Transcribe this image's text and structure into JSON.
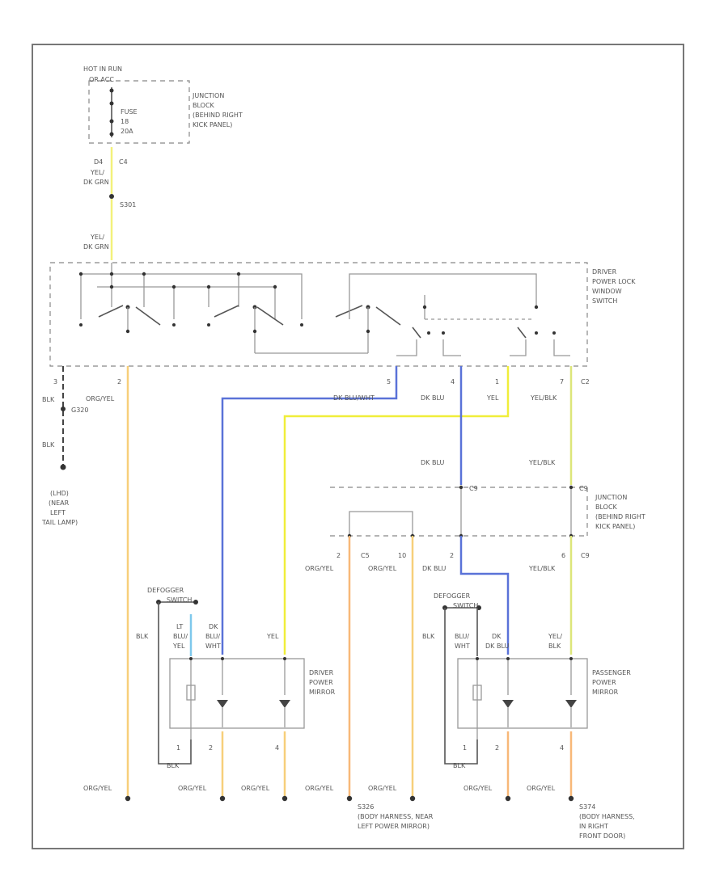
{
  "diagram_id": "",
  "colors": {
    "yellow": "#f3f17a",
    "orange_yellow": "#f7cf7a",
    "orange": "#f8b878",
    "blue": "#5a72d8",
    "light_blue": "#7ec8ec",
    "yellow_black": "#dde67a",
    "yellow_bright": "#f0ee3a",
    "black": "#444444",
    "frame": "#777777"
  },
  "labels": {
    "hot_in_run": "HOT IN RUN",
    "or_acc": "OR ACC",
    "fuse": "FUSE",
    "fuse_num": "18",
    "fuse_amp": "20A",
    "jb_top_1": "JUNCTION",
    "jb_top_2": "BLOCK",
    "jb_top_3": "(BEHIND RIGHT",
    "jb_top_4": "KICK PANEL)",
    "pin_top_left": "D4",
    "conn_top": "C4",
    "wire_top_1": "YEL/",
    "wire_top_2": "DK GRN",
    "splice_s301": "S301",
    "wire_mid_1": "YEL/",
    "wire_mid_2": "DK GRN",
    "sw_1": "DRIVER",
    "sw_2": "POWER LOCK",
    "sw_3": "WINDOW",
    "sw_4": "SWITCH",
    "pin_3": "3",
    "pin_2": "2",
    "pin_5": "5",
    "pin_4": "4",
    "pin_1": "1",
    "pin_7": "7",
    "conn_c2": "C2",
    "w_blk": "BLK",
    "w_org_yel": "ORG/YEL",
    "w_dkblu_wht": "DK BLU/WHT",
    "w_dk_blu": "DK BLU",
    "w_yel": "YEL",
    "w_yel_blk": "YEL/BLK",
    "g_s320": "G320",
    "ground_1": "(LHD)",
    "ground_2": "(NEAR",
    "ground_3": "LEFT",
    "ground_4": "TAIL LAMP)",
    "jb_mid_1": "JUNCTION",
    "jb_mid_2": "BLOCK",
    "jb_mid_3": "(BEHIND RIGHT",
    "jb_mid_4": "KICK PANEL)",
    "conn_c5": "C5",
    "conn_c9": "C9",
    "pin_10": "10",
    "pin_6": "6",
    "defogger": "DEFOGGER",
    "defogger_sub": "SWITCH",
    "w_lt_blu_yel_1": "LT",
    "w_lt_blu_yel_2": "BLU/",
    "w_lt_blu_yel_3": "YEL",
    "w_dk_blu_wht_1": "DK",
    "w_dk_blu_wht_2": "BLU/",
    "w_dk_blu_wht_3": "WHT",
    "w_blu_wht_1": "BLU/",
    "w_blu_wht_2": "WHT",
    "w_yel_blk_1": "YEL/",
    "w_yel_blk_2": "BLK",
    "drv_1": "DRIVER",
    "drv_2": "POWER",
    "drv_3": "MIRROR",
    "pas_1": "PASSENGER",
    "pas_2": "POWER",
    "pas_3": "MIRROR",
    "splice_left_1": "S326",
    "splice_left_2": "(BODY HARNESS, NEAR",
    "splice_left_3": "LEFT POWER MIRROR)",
    "splice_right_1": "S374",
    "splice_right_2": "(BODY HARNESS,",
    "splice_right_3": "IN RIGHT",
    "splice_right_4": "FRONT DOOR)"
  }
}
